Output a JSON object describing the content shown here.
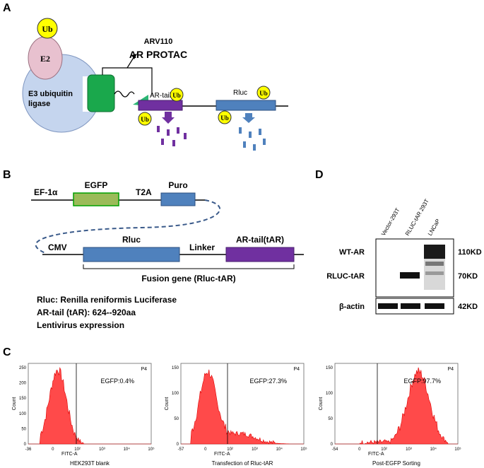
{
  "panelA": {
    "letter": "A",
    "ub_top": "Ub",
    "e2": "E2",
    "e3_line1": "E3  ubiquitin",
    "e3_line2": "ligase",
    "arv_line1": "ARV110",
    "arv_line2": "AR PROTAC",
    "ar_tail": "AR-tail",
    "rluc": "Rluc",
    "ub_label": "Ub",
    "colors": {
      "e3": "#c5d5ee",
      "e2": "#e8c1cf",
      "ub": "#ffff00",
      "binder": "#1aa84c",
      "ar_tail": "#7030a0",
      "rluc": "#4f81bd",
      "warhead": "#2bb673"
    }
  },
  "panelB": {
    "letter": "B",
    "ef1a": "EF-1α",
    "egfp": "EGFP",
    "t2a": "T2A",
    "puro": "Puro",
    "cmv": "CMV",
    "rluc": "Rluc",
    "linker": "Linker",
    "ar_tail": "AR-tail(tAR)",
    "fusion": "Fusion gene (Rluc-tAR)",
    "desc1": "Rluc: Renilla reniformis Luciferase",
    "desc2": "AR-tail (tAR): 624--920aa",
    "desc3": "Lentivirus expression",
    "colors": {
      "egfp": "#9bbb59",
      "blue": "#4f81bd",
      "purple": "#7030a0"
    }
  },
  "panelD": {
    "letter": "D",
    "lanes": [
      "Vector-293T",
      "RLUC-tAR 293T",
      "LNCaP"
    ],
    "rows": [
      "WT-AR",
      "RLUC-tAR",
      "β-actin"
    ],
    "mw": [
      "110KD",
      "70KD",
      "42KD"
    ]
  },
  "panelC": {
    "letter": "C",
    "y_label": "Count",
    "x_label": "FITC-A",
    "gate": "P4",
    "plots": [
      {
        "caption": "HEK293T blank",
        "egfp": "EGFP:0.4%",
        "yticks": [
          "250",
          "200",
          "150",
          "100",
          "50",
          "0"
        ],
        "xticks": [
          "-36",
          "0",
          "10²",
          "10³",
          "10⁴",
          "10⁵"
        ]
      },
      {
        "caption": "Transfection of Rluc-tAR",
        "egfp": "EGFP:27.3%",
        "yticks": [
          "150",
          "100",
          "50",
          "0"
        ],
        "xticks": [
          "-57",
          "0",
          "10²",
          "10³",
          "10⁴",
          "10⁵"
        ]
      },
      {
        "caption": "Post-EGFP Sorting",
        "egfp": "EGFP:97.7%",
        "yticks": [
          "150",
          "100",
          "50",
          "0"
        ],
        "xticks": [
          "-54",
          "0",
          "10²",
          "10³",
          "10⁴",
          "10⁵"
        ]
      }
    ]
  }
}
